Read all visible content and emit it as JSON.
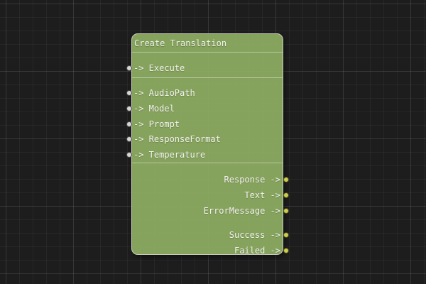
{
  "canvas": {
    "background": "#1d1d1e",
    "grid_line": "#2a2a2b"
  },
  "node": {
    "title": "Create Translation",
    "arrow": "->",
    "fill": "rgba(140,171,97,0.95)",
    "border": "#c9ccbd",
    "text_color": "#f2f3ee",
    "input_pin_color": "#d6d6d2",
    "output_pin_color": "#cdcd4e",
    "input_groups": [
      [
        "Execute"
      ],
      [
        "AudioPath",
        "Model",
        "Prompt",
        "ResponseFormat",
        "Temperature"
      ]
    ],
    "output_groups": [
      [
        "Response",
        "Text",
        "ErrorMessage"
      ],
      [
        "Success",
        "Failed"
      ]
    ]
  }
}
